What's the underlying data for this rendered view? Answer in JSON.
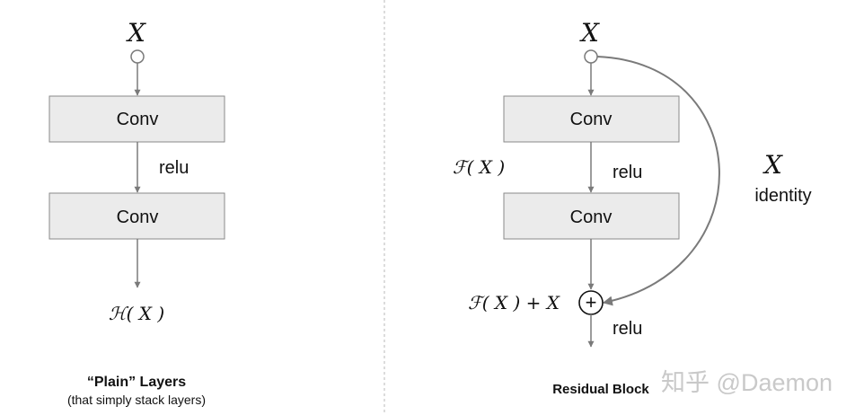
{
  "plain": {
    "input_label": "X",
    "conv1": "Conv",
    "activation": "relu",
    "conv2": "Conv",
    "output_label": "ℋ( X )",
    "title": "“Plain” Layers",
    "subtitle": "(that simply stack layers)"
  },
  "residual": {
    "input_label": "X",
    "conv1": "Conv",
    "mid_label": "ℱ( X )",
    "activation": "relu",
    "conv2": "Conv",
    "skip_label": "X",
    "skip_text": "identity",
    "sum_label": "ℱ( X ) + X",
    "plus_symbol": "+",
    "out_activation": "relu",
    "title": "Residual Block"
  },
  "watermark": "知乎 @Daemon",
  "colors": {
    "box_fill": "#ebebeb",
    "box_stroke": "#8a8a8a",
    "arrow": "#7a7a7a",
    "divider": "#b8b8b8",
    "text": "#111111",
    "watermark": "#c9c9c9"
  }
}
